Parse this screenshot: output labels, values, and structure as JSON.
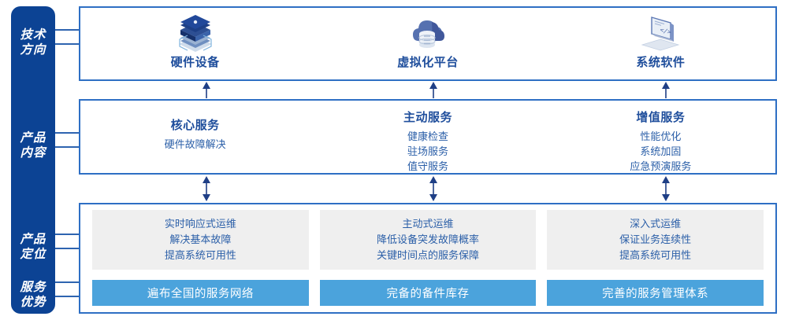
{
  "sidebar": {
    "categories": [
      {
        "id": "tech-direction",
        "lines": [
          "技术",
          "方向"
        ]
      },
      {
        "id": "product-content",
        "lines": [
          "产品",
          "内容"
        ]
      },
      {
        "id": "product-position",
        "lines": [
          "产品",
          "定位"
        ]
      },
      {
        "id": "service-advantage",
        "lines": [
          "服务",
          "优势"
        ]
      }
    ]
  },
  "tech_row": {
    "columns": [
      {
        "label": "硬件设备",
        "icon": "server-stack-icon"
      },
      {
        "label": "虚拟化平台",
        "icon": "cloud-database-icon"
      },
      {
        "label": "系统软件",
        "icon": "laptop-code-icon"
      }
    ]
  },
  "product_row": {
    "columns": [
      {
        "title": "核心服务",
        "items": [
          "硬件故障解决"
        ]
      },
      {
        "title": "主动服务",
        "items": [
          "健康检查",
          "驻场服务",
          "值守服务"
        ]
      },
      {
        "title": "增值服务",
        "items": [
          "性能优化",
          "系统加固",
          "应急预演服务"
        ]
      }
    ]
  },
  "bottom_row": {
    "columns": [
      {
        "positioning": [
          "实时响应式运维",
          "解决基本故障",
          "提高系统可用性"
        ],
        "advantage": "遍布全国的服务网络"
      },
      {
        "positioning": [
          "主动式运维",
          "降低设备突发故障概率",
          "关键时间点的服务保障"
        ],
        "advantage": "完备的备件库存"
      },
      {
        "positioning": [
          "深入式运维",
          "保证业务连续性",
          "提高系统可用性"
        ],
        "advantage": "完善的服务管理体系"
      }
    ]
  },
  "colors": {
    "sidebar_blue": "#0C4394",
    "panel_border": "#2E6FC4",
    "title_blue": "#1F4E9C",
    "body_blue": "#2B5FA8",
    "bar_blue": "#4BA3DC",
    "card_grey": "#EFEFEF",
    "arrow_navy": "#1F3F86"
  }
}
